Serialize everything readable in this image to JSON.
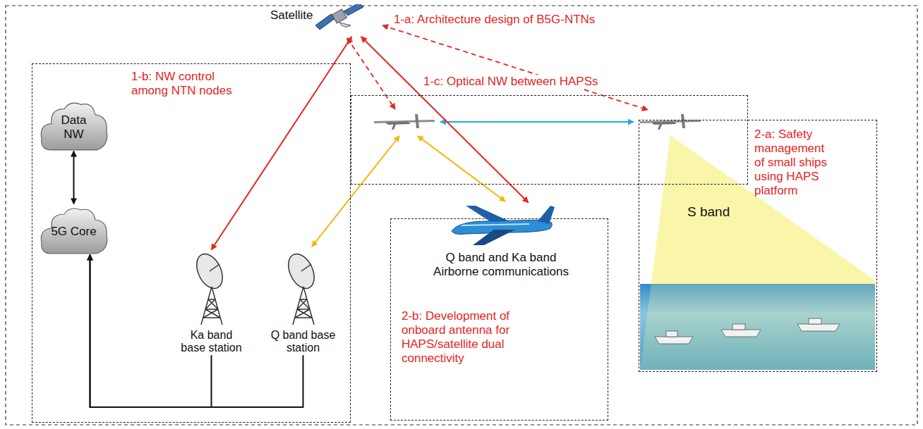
{
  "diagram": {
    "nodes": [
      {
        "text": [
          "Satellite"
        ]
      },
      {
        "text": [
          "1-b: NW control among NTN nodes"
        ]
      },
      {
        "text": [
          "Data NW"
        ],
        "in": 1
      },
      {
        "text": [
          "5G Core"
        ],
        "in": 1
      },
      {
        "text": [
          "Ka band base station"
        ],
        "in": 1
      },
      {
        "text": [
          "Q band base station"
        ],
        "in": 1
      },
      {
        "text": [
          "1-c: Optical NW between HAPSs"
        ]
      },
      {
        "text": [
          "2-a: Safety management of small ships using HAPS platform"
        ]
      },
      {
        "text": [
          "2-b: Development of onboard antenna for HAPS/satellite dual connectivity"
        ]
      },
      {
        "text": [
          "Q band and Ka band Airborne communications"
        ],
        "in": 8
      }
    ],
    "edges": [
      {
        "from": 2,
        "to": 3,
        "arrow": "both"
      },
      {
        "from": 4,
        "to": 3,
        "arrow": "to"
      },
      {
        "from": 5,
        "to": 3,
        "arrow": "to"
      },
      {
        "from": 0,
        "to": 4,
        "arrow": "both"
      },
      {
        "from": 0,
        "to": 9,
        "arrow": "both"
      }
    ],
    "labels": [
      "1-a: Architecture design of B5G-NTNs",
      "S band"
    ]
  }
}
